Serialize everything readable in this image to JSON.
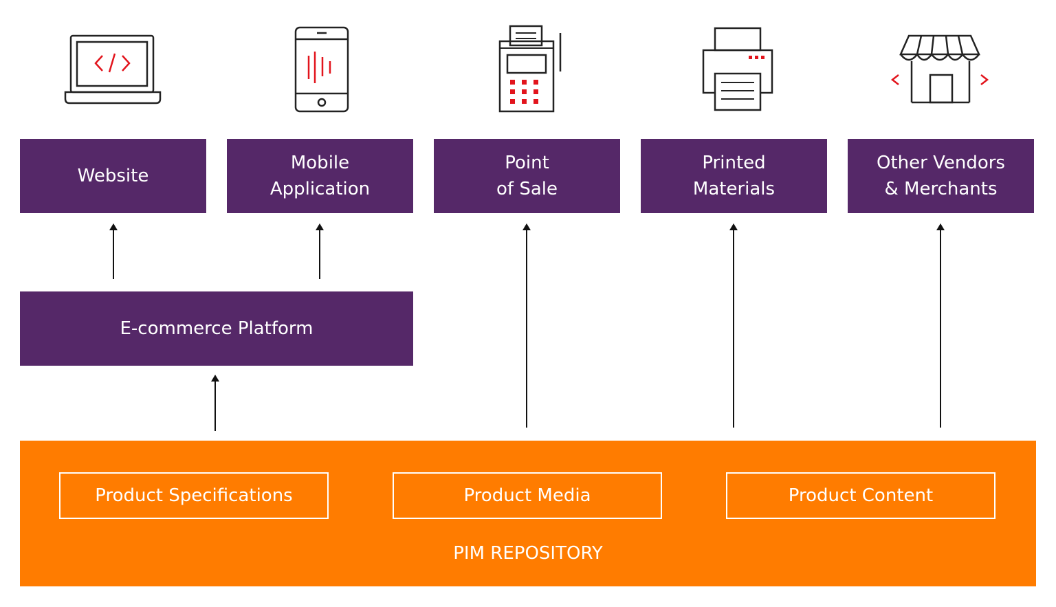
{
  "colors": {
    "channel": "#552868",
    "repository": "#ff7c00",
    "accent": "#e2141c",
    "line": "#111111"
  },
  "icons": [
    "laptop-code-icon",
    "smartphone-icon",
    "pos-terminal-icon",
    "printer-icon",
    "storefront-icon"
  ],
  "channels": [
    {
      "label": "Website"
    },
    {
      "label": "Mobile\nApplication"
    },
    {
      "label": "Point\nof Sale"
    },
    {
      "label": "Printed\nMaterials"
    },
    {
      "label": "Other Vendors\n& Merchants"
    }
  ],
  "platform": {
    "label": "E-commerce Platform"
  },
  "repository": {
    "title": "PIM REPOSITORY",
    "items": [
      "Product Specifications",
      "Product Media",
      "Product Content"
    ]
  }
}
